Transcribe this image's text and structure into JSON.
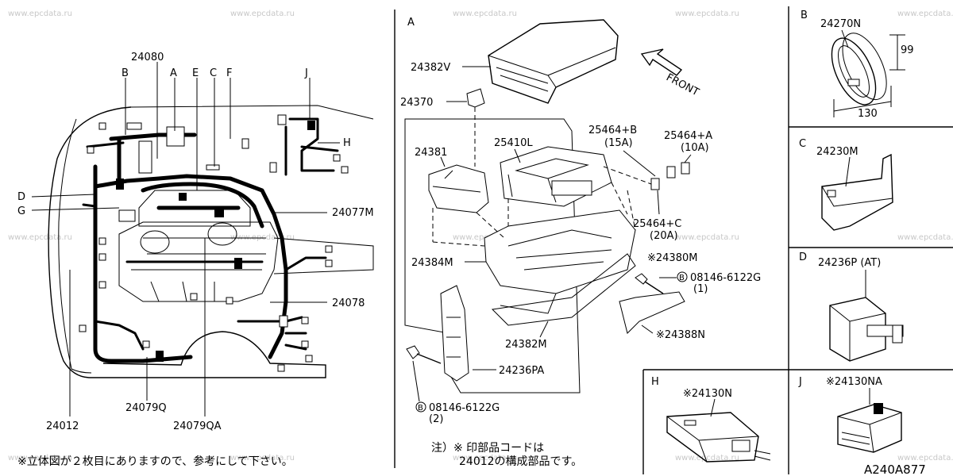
{
  "watermark": "www.epcdata.ru",
  "diagram_code": "A240A877",
  "main_view": {
    "labels": {
      "top_part": "24080",
      "B": "B",
      "A": "A",
      "E": "E",
      "C": "C",
      "F": "F",
      "J": "J",
      "H": "H",
      "D": "D",
      "G": "G",
      "harness_1": "24077M",
      "harness_2": "24078",
      "harness_main": "24012",
      "harness_3": "24079Q",
      "harness_4": "24079QA"
    },
    "note": "※立体図が２枚目にありますので、参考にして下さい。"
  },
  "panel_A": {
    "letter": "A",
    "parts": {
      "cover": "24382V",
      "clip": "24370",
      "relay_block": "24381",
      "fuse_block": "25410L",
      "fuse_b": "25464+B",
      "fuse_b_rating": "(15A)",
      "fuse_a": "25464+A",
      "fuse_a_rating": "(10A)",
      "fuse_c": "25464+C",
      "fuse_c_rating": "(20A)",
      "box": "24384M",
      "assembly": "※24380M",
      "bolt_1": "08146-6122G",
      "bolt_1_qty": "(1)",
      "bracket_1": "※24388N",
      "bracket_2": "24382M",
      "bracket_3": "24236PA",
      "bolt_2": "08146-6122G",
      "bolt_2_qty": "(2)",
      "bolt_mark": "B"
    },
    "front_label": "FRONT",
    "note_line1": "注）※ 印部品コードは",
    "note_line2": "24012の構成部品です。"
  },
  "panel_B": {
    "letter": "B",
    "part": "24270N",
    "dim_height": "99",
    "dim_width": "130"
  },
  "panel_C": {
    "letter": "C",
    "part": "24230M"
  },
  "panel_D": {
    "letter": "D",
    "part": "24236P (AT)"
  },
  "panel_H": {
    "letter": "H",
    "part": "※24130N"
  },
  "panel_J": {
    "letter": "J",
    "part": "※24130NA"
  }
}
